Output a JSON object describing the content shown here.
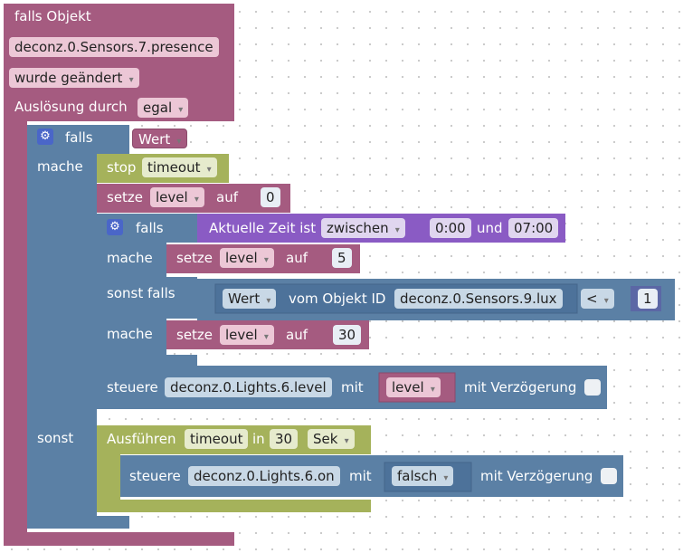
{
  "trigger": {
    "label_if_object": "falls Objekt",
    "object_id": "deconz.0.Sensors.7.presence",
    "condition": "wurde geändert",
    "label_trigger_by": "Auslösung durch",
    "trigger_by": "egal"
  },
  "outer_if": {
    "label_if": "falls",
    "condition_value": "Wert",
    "label_do": "mache",
    "label_else": "sonst"
  },
  "stop_timeout": {
    "label": "stop",
    "name": "timeout"
  },
  "set_level_0": {
    "label_set": "setze",
    "var": "level",
    "label_to": "auf",
    "value": "0"
  },
  "inner_if": {
    "label_if": "falls",
    "time_label": "Aktuelle Zeit ist",
    "time_op": "zwischen",
    "time_start": "0:00",
    "label_and": "und",
    "time_end": "07:00",
    "label_do1": "mache",
    "label_elseif": "sonst falls",
    "label_do2": "mache"
  },
  "set_level_5": {
    "label_set": "setze",
    "var": "level",
    "label_to": "auf",
    "value": "5"
  },
  "compare": {
    "value_label": "Wert",
    "of_object": "vom Objekt ID",
    "object_id": "deconz.0.Sensors.9.lux",
    "operator": "<",
    "number": "1"
  },
  "set_level_30": {
    "label_set": "setze",
    "var": "level",
    "label_to": "auf",
    "value": "30"
  },
  "control_level": {
    "label_control": "steuere",
    "object_id": "deconz.0.Lights.6.level",
    "label_with": "mit",
    "value": "level",
    "label_delay": "mit Verzögerung"
  },
  "timeout_block": {
    "label_run": "Ausführen",
    "name": "timeout",
    "label_in": "in",
    "delay": "30",
    "unit": "Sek"
  },
  "control_on": {
    "label_control": "steuere",
    "object_id": "deconz.0.Lights.6.on",
    "label_with": "mit",
    "value": "falsch",
    "label_delay": "mit Verzögerung"
  },
  "colors": {
    "trigger": "#a55b80",
    "logic": "#5b80a5",
    "timeout": "#a5b25b",
    "variable": "#a55b80",
    "time": "#8a5bc4",
    "value": "#5b67a5"
  }
}
